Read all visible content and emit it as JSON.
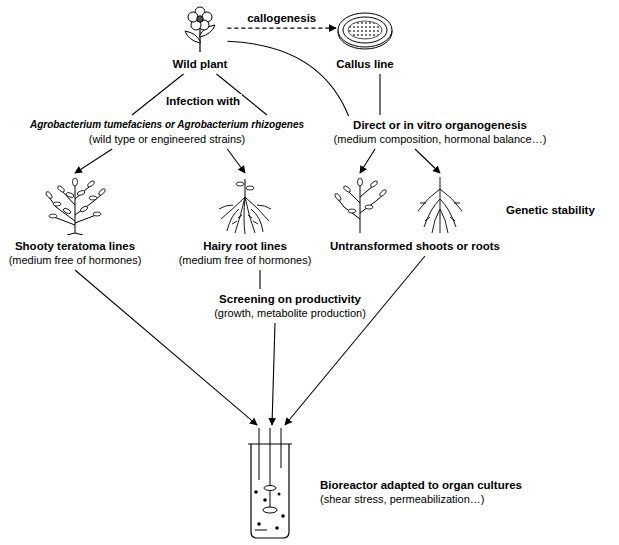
{
  "diagram": {
    "nodes": [
      {
        "text": [
          "Wild plant"
        ]
      },
      {
        "text": [
          "Callus line"
        ]
      },
      {
        "text": [
          "Agrobacterium tumefaciens or Agrobacterium rhizogenes",
          "(wild type or engineered strains)"
        ]
      },
      {
        "text": [
          "Direct or in vitro organogenesis",
          "(medium composition, hormonal balance…)"
        ]
      },
      {
        "text": [
          "Shooty teratoma lines",
          "(medium free of hormones)"
        ]
      },
      {
        "text": [
          "Hairy root lines",
          "(medium free of hormones)"
        ]
      },
      {
        "text": [
          "Untransformed shoots or roots"
        ]
      },
      {
        "text": [
          "Screening on productivity",
          "(growth, metabolite production)"
        ]
      },
      {
        "text": [
          "Bioreactor adapted to organ cultures",
          "(shear stress, permeabilization…)"
        ]
      }
    ],
    "edges": [
      {
        "from": 0,
        "to": 1,
        "arrow": "to",
        "label": "callogenesis"
      },
      {
        "from": 0,
        "to": 2,
        "arrow": "none",
        "label": "Infection with"
      },
      {
        "from": 2,
        "to": 4,
        "arrow": "to"
      },
      {
        "from": 2,
        "to": 5,
        "arrow": "to"
      },
      {
        "from": 0,
        "to": 3,
        "arrow": "none"
      },
      {
        "from": 1,
        "to": 3,
        "arrow": "none"
      },
      {
        "from": 3,
        "to": 6,
        "arrow": "to"
      },
      {
        "from": 3,
        "to": 6,
        "arrow": "to"
      },
      {
        "from": 4,
        "to": 8,
        "arrow": "to"
      },
      {
        "from": 5,
        "to": 7,
        "arrow": "none"
      },
      {
        "from": 7,
        "to": 8,
        "arrow": "to"
      },
      {
        "from": 6,
        "to": 8,
        "arrow": "to"
      }
    ],
    "labels": [
      "Genetic stability"
    ]
  }
}
